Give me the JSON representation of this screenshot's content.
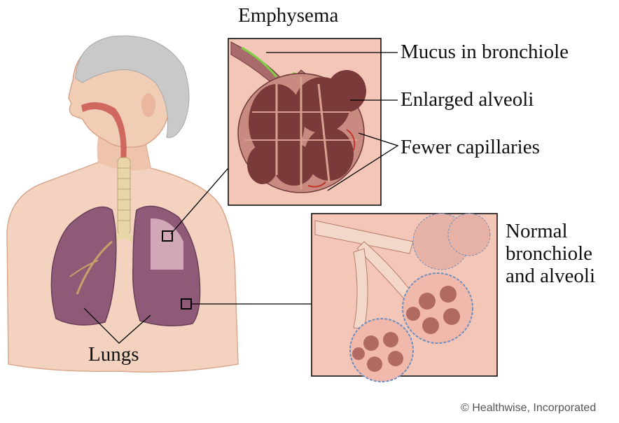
{
  "diagram": {
    "title": "Emphysema",
    "labels": {
      "mucus": "Mucus in bronchiole",
      "enlarged_alveoli": "Enlarged alveoli",
      "fewer_capillaries": "Fewer capillaries",
      "normal_line1": "Normal",
      "normal_line2": "bronchiole",
      "normal_line3": "and alveoli",
      "lungs": "Lungs"
    },
    "credit": "© Healthwise, Incorporated",
    "colors": {
      "skin": "#f3d3bf",
      "skin_shadow": "#e7b79f",
      "hair": "#c9c9c9",
      "lung": "#8e5a78",
      "lung_light": "#b58aa3",
      "panel_bg": "#f4c6b8",
      "alveoli_dark": "#7a3a3a",
      "alveoli_wall": "#d8a090",
      "mucus": "#7bd142",
      "trachea": "#e8d6a8",
      "capillary_blue": "#6f8fbf"
    }
  }
}
